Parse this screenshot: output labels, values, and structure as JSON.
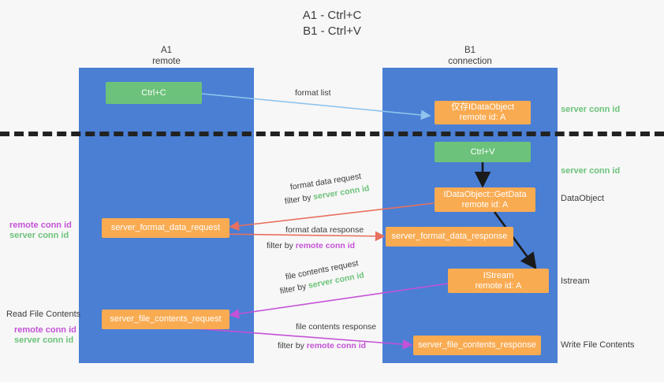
{
  "title": {
    "line1": "A1 - Ctrl+C",
    "line2": "B1 - Ctrl+V"
  },
  "colors": {
    "lane": "#4a7fd4",
    "green_node": "#6cc27a",
    "orange_node": "#f9ab52",
    "server_conn": "#6cc27a",
    "remote_conn": "#c452d6",
    "blue_arrow": "#8fc4ec",
    "red_arrow": "#e8705f",
    "magenta_arrow": "#c452d6",
    "dark_arrow": "#1a1a1a"
  },
  "lanes": [
    {
      "name": "A1",
      "sub": "remote"
    },
    {
      "name": "B1",
      "sub": "connection"
    }
  ],
  "nodes": {
    "ctrl_c": "Ctrl+C",
    "ctrl_v": "Ctrl+V",
    "idataobject_title": "仅存IDataObject",
    "idataobject_sub": "remote id: A",
    "getdata_title": "IDataObject::GetData",
    "getdata_sub": "remote id: A",
    "istream_title": "IStream",
    "istream_sub": "remote id: A",
    "server_format_data_request": "server_format_data_request",
    "server_format_data_response": "server_format_data_response",
    "server_file_contents_request": "server_file_contents_request",
    "server_file_contents_response": "server_file_contents_response"
  },
  "edges": {
    "format_list": "format list",
    "format_data_request": "format data request",
    "format_data_request_filter_prefix": "filter by ",
    "format_data_request_filter_value": "server conn id",
    "format_data_response": "format data response",
    "format_data_response_filter_prefix": "filter by ",
    "format_data_response_filter_value": "remote conn id",
    "file_contents_request": "file contents request",
    "file_contents_request_filter_prefix": "filter by ",
    "file_contents_request_filter_value": "server conn id",
    "file_contents_response": "file contents response",
    "file_contents_response_filter_prefix": "filter by ",
    "file_contents_response_filter_value": "remote conn id"
  },
  "right_labels": {
    "server_conn_id_top": "server conn id",
    "server_conn_id_mid": "server conn id",
    "dataobject": "DataObject",
    "istream": "Istream",
    "write_file_contents": "Write File Contents"
  },
  "left_labels": {
    "remote_conn_id_1": "remote conn id",
    "server_conn_id_1": "server conn id",
    "read_file_contents": "Read File Contents",
    "remote_conn_id_2": "remote conn id",
    "server_conn_id_2": "server conn id"
  }
}
